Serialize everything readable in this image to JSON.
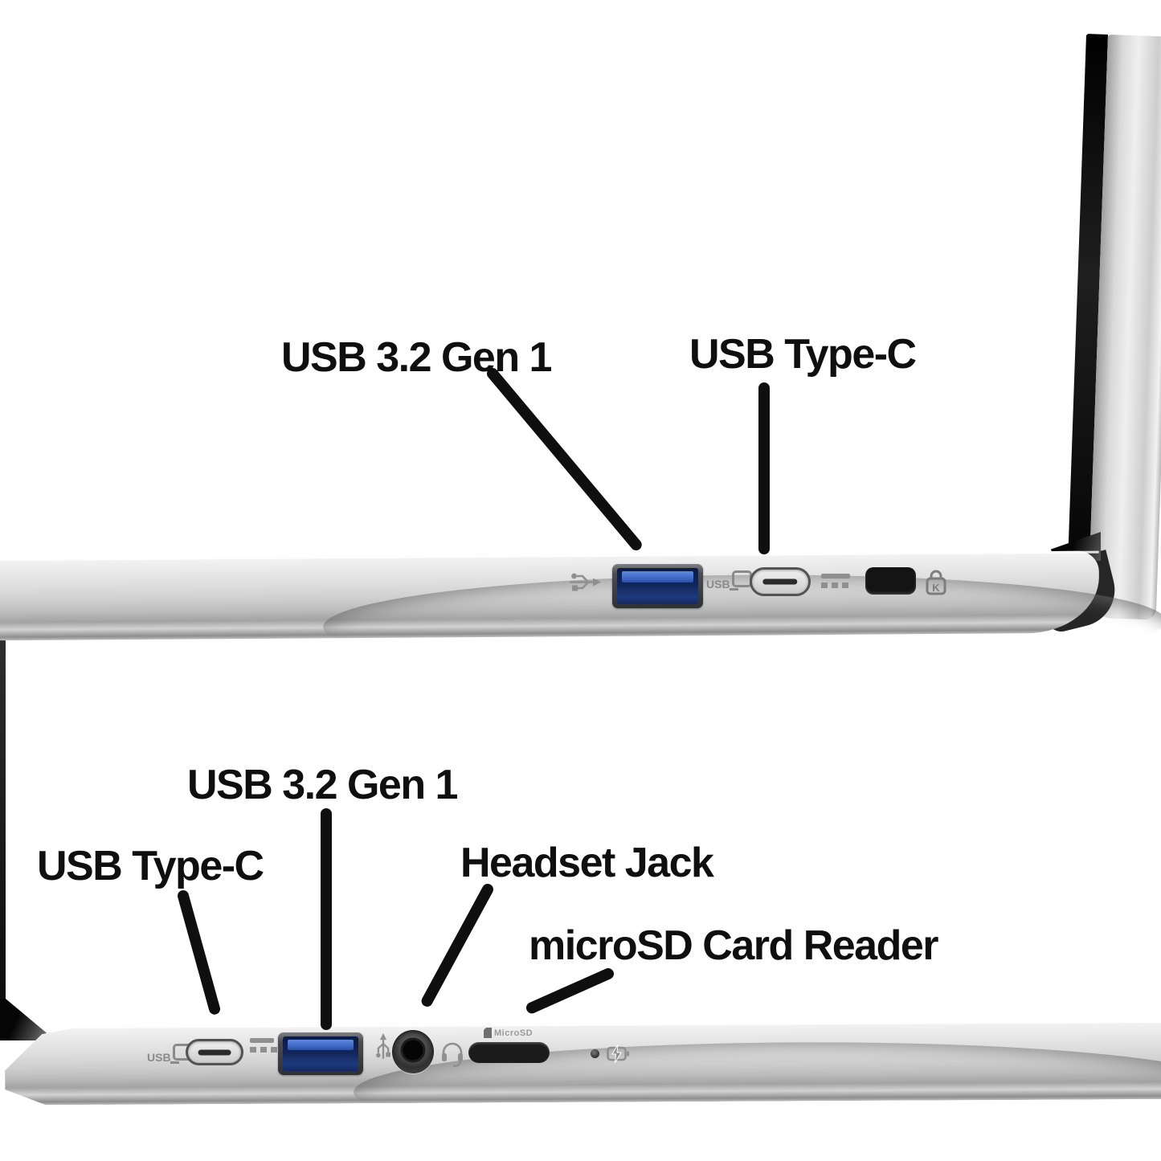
{
  "figure": {
    "background": "#ffffff",
    "subject": "laptop-side-ports-diagram",
    "colors": {
      "label_text": "#0f0f0f",
      "callout_line": "#0f0f0f",
      "usb_port_blue": "#1d3a7e",
      "metal_light": "#f4f4f4",
      "metal_dark": "#8e8e8e",
      "screen_black": "#0d0d0d",
      "icon_gray": "#8a8a8a"
    },
    "views": [
      {
        "side": "right",
        "callouts": [
          {
            "label": "USB 3.2 Gen 1",
            "target": "usb-a-port"
          },
          {
            "label": "USB Type-C",
            "target": "usb-c-port"
          }
        ],
        "ports": [
          "usb-trident-icon",
          "usb-a-port",
          "usb-display-icon",
          "usb-c-port",
          "dc-in-icon",
          "kensington-lock-slot",
          "kensington-lock-icon"
        ],
        "glyph_texts": {
          "usb": "USB",
          "lock_letter": "K"
        }
      },
      {
        "side": "left",
        "callouts": [
          {
            "label": "USB 3.2 Gen 1",
            "target": "usb-a-port"
          },
          {
            "label": "USB Type-C",
            "target": "usb-c-port"
          },
          {
            "label": "Headset Jack",
            "target": "headset-jack-port"
          },
          {
            "label": "microSD Card Reader",
            "target": "microsd-slot"
          }
        ],
        "ports": [
          "usb-display-icon",
          "usb-c-port",
          "dc-in-icon",
          "usb-a-port",
          "usb-trident-icon",
          "headset-jack-port",
          "headset-icon",
          "microsd-slot",
          "battery-led",
          "battery-charge-icon"
        ],
        "glyph_texts": {
          "usb": "USB",
          "microsd_label": "MicroSD"
        }
      }
    ]
  }
}
